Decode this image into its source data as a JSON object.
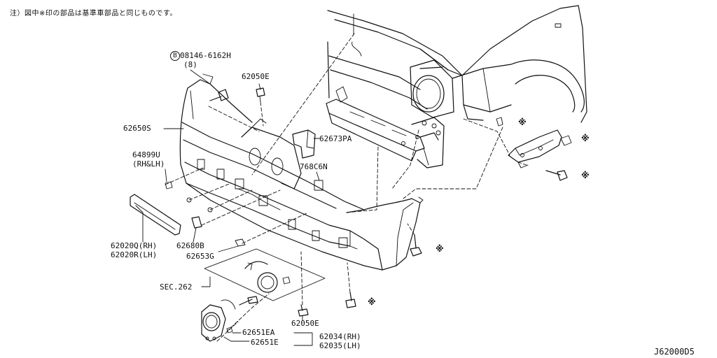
{
  "note": "注）図中※印の部品は基準車部品と同じものです。",
  "diagram_id": "J62000D5",
  "bolt_mark": "B",
  "asterisk": "※",
  "labels": {
    "bolt_part": "08146-6162H",
    "bolt_qty": "(8)",
    "clip_top": "62050E",
    "bumper_fascia": "62650S",
    "bracket_pa": "62673PA",
    "grille_pad": "64899U",
    "grille_pad_side": "(RH&LH)",
    "ornament": "768C6N",
    "molding_rh": "62020Q(RH)",
    "molding_lh": "62020R(LH)",
    "clip_b": "62680B",
    "clip_g": "62653G",
    "section": "SEC.262",
    "clip_bottom": "62050E",
    "fog_ea": "62651EA",
    "fog_e": "62651E",
    "fog_rh": "62034(RH)",
    "fog_lh": "62035(LH)"
  }
}
